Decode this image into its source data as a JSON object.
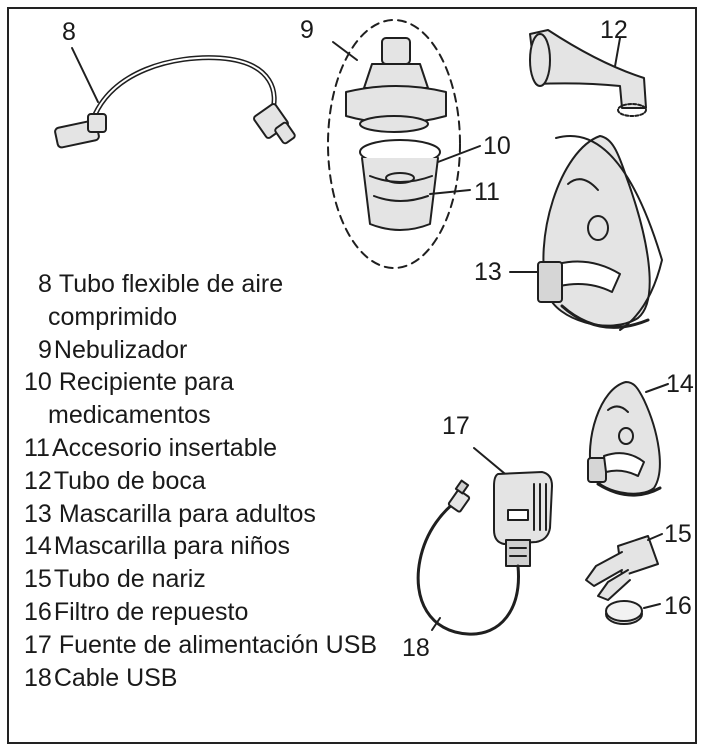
{
  "callouts": {
    "c8": "8",
    "c9": "9",
    "c10": "10",
    "c11": "11",
    "c12": "12",
    "c13": "13",
    "c14": "14",
    "c15": "15",
    "c16": "16",
    "c17": "17",
    "c18": "18"
  },
  "legend": {
    "items": [
      {
        "num": "8",
        "line1": "Tubo flexible de aire",
        "line2": "comprimido"
      },
      {
        "num": "9",
        "line1": "Nebulizador"
      },
      {
        "num": "10",
        "line1": "Recipiente para",
        "line2": "medicamentos"
      },
      {
        "num": "11",
        "line1": "Accesorio insertable"
      },
      {
        "num": "12",
        "line1": "Tubo de boca"
      },
      {
        "num": "13",
        "line1": "Mascarilla para adultos"
      },
      {
        "num": "14",
        "line1": "Mascarilla para niños"
      },
      {
        "num": "15",
        "line1": "Tubo de nariz"
      },
      {
        "num": "16",
        "line1": "Filtro de repuesto"
      },
      {
        "num": "17",
        "line1": "Fuente de alimentación USB"
      },
      {
        "num": "18",
        "line1": "Cable USB"
      }
    ]
  },
  "colors": {
    "line": "#1f1f1f",
    "fill": "#e4e4e4",
    "dark": "#555555"
  }
}
